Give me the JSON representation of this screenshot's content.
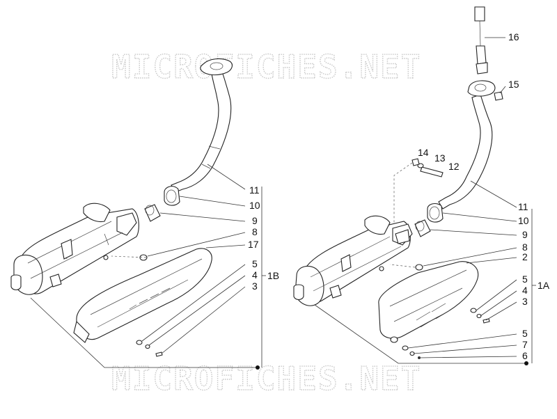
{
  "watermark": {
    "text": "MICROFICHES.NET"
  },
  "callouts": {
    "left": [
      "11",
      "10",
      "9",
      "8",
      "17",
      "5",
      "4",
      "3"
    ],
    "left_group": "1B",
    "right": [
      "16",
      "15",
      "14",
      "13",
      "12",
      "11",
      "10",
      "9",
      "8",
      "2",
      "5",
      "4",
      "3",
      "5",
      "7",
      "6"
    ],
    "right_group": "1A"
  }
}
